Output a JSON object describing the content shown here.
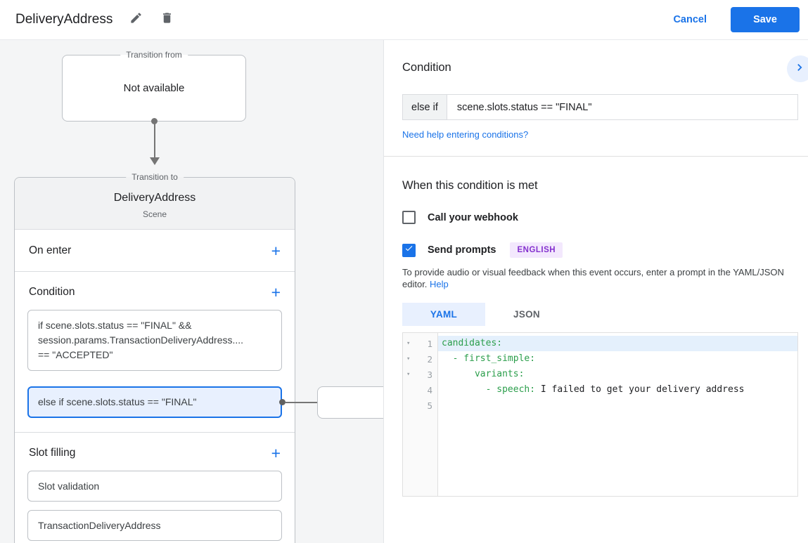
{
  "header": {
    "title": "DeliveryAddress",
    "cancel_label": "Cancel",
    "save_label": "Save"
  },
  "flow": {
    "transition_from": {
      "label": "Transition from",
      "content": "Not available"
    },
    "transition_to": {
      "label": "Transition to",
      "title": "DeliveryAddress",
      "subtitle": "Scene"
    },
    "on_enter": {
      "label": "On enter",
      "add_label": "+"
    },
    "condition": {
      "label": "Condition",
      "add_label": "+",
      "first_condition_lines": [
        "if scene.slots.status == \"FINAL\" &&",
        "session.params.TransactionDeliveryAddress....",
        "== \"ACCEPTED\""
      ],
      "selected_condition": "else if scene.slots.status == \"FINAL\""
    },
    "slot_filling": {
      "label": "Slot filling",
      "add_label": "+",
      "items": [
        "Slot validation",
        "TransactionDeliveryAddress"
      ]
    }
  },
  "panel": {
    "condition_heading": "Condition",
    "condition_prefix": "else if",
    "condition_value": "scene.slots.status == \"FINAL\"",
    "help_link": "Need help entering conditions?",
    "when_heading": "When this condition is met",
    "webhook": {
      "label": "Call your webhook",
      "checked": false
    },
    "prompts": {
      "label": "Send prompts",
      "checked": true,
      "badge": "ENGLISH"
    },
    "description": "To provide audio or visual feedback when this event occurs, enter a prompt in the YAML/JSON editor.",
    "description_help": "Help",
    "tabs": [
      {
        "label": "YAML",
        "active": true
      },
      {
        "label": "JSON",
        "active": false
      }
    ],
    "editor": {
      "fold_glyph": "▾",
      "lines": [
        {
          "num": "1",
          "key": "candidates:",
          "value": ""
        },
        {
          "num": "2",
          "key": "  - first_simple:",
          "value": ""
        },
        {
          "num": "3",
          "key": "      variants:",
          "value": ""
        },
        {
          "num": "4",
          "key": "        - speech:",
          "value": " I failed to get your delivery address"
        },
        {
          "num": "5",
          "key": "",
          "value": ""
        }
      ]
    }
  },
  "colors": {
    "accent_blue": "#1a73e8",
    "selected_condition_bg": "#e8f0fe",
    "yaml_key_green": "#2b9e4b",
    "badge_purple_text": "#8430ce",
    "badge_purple_bg": "#f3e8fd",
    "canvas_gray": "#f4f5f6"
  }
}
